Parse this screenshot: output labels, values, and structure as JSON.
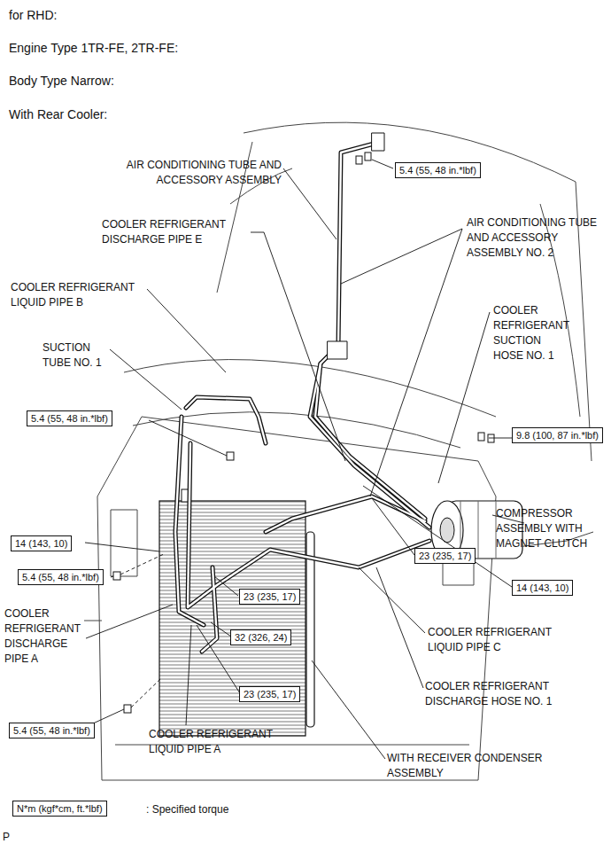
{
  "diagram": {
    "nodes": [
      {
        "text": [
          "5.4 (55, 48 in.*lbf)"
        ]
      },
      {
        "text": [
          "5.4 (55, 48 in.*lbf)"
        ]
      },
      {
        "text": [
          "9.8 (100, 87 in.*lbf)"
        ]
      },
      {
        "text": [
          "14 (143, 10)"
        ]
      },
      {
        "text": [
          "5.4 (55, 48 in.*lbf)"
        ]
      },
      {
        "text": [
          "23 (235, 17)"
        ]
      },
      {
        "text": [
          "23 (235, 17)"
        ]
      },
      {
        "text": [
          "14 (143, 10)"
        ]
      },
      {
        "text": [
          "32 (326, 24)"
        ]
      },
      {
        "text": [
          "23 (235, 17)"
        ]
      },
      {
        "text": [
          "5.4 (55, 48 in.*lbf)"
        ]
      },
      {
        "text": [
          "N*m (kgf*cm, ft.*lbf)"
        ]
      }
    ],
    "labels": [
      "for RHD:",
      "Engine Type 1TR-FE, 2TR-FE:",
      "Body Type Narrow:",
      "With Rear Cooler:",
      "AIR CONDITIONING TUBE AND ACCESSORY ASSEMBLY",
      "COOLER REFRIGERANT DISCHARGE PIPE E",
      "AIR CONDITIONING TUBE AND ACCESSORY ASSEMBLY NO. 2",
      "COOLER REFRIGERANT LIQUID PIPE B",
      "SUCTION TUBE NO. 1",
      "COOLER REFRIGERANT SUCTION HOSE NO. 1",
      "COMPRESSOR ASSEMBLY WITH MAGNET CLUTCH",
      "COOLER REFRIGERANT DISCHARGE PIPE A",
      "COOLER REFRIGERANT LIQUID PIPE C",
      "COOLER REFRIGERANT DISCHARGE HOSE NO. 1",
      "COOLER REFRIGERANT LIQUID PIPE A",
      "WITH RECEIVER CONDENSER ASSEMBLY",
      ": Specified torque",
      "P"
    ]
  }
}
